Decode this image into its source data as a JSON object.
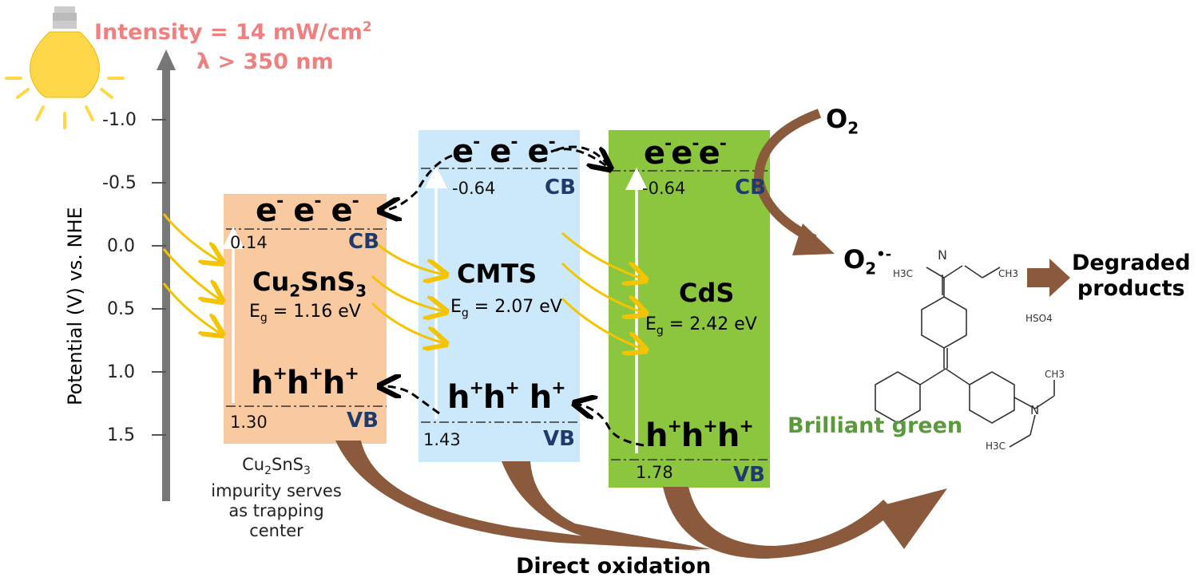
{
  "light": {
    "intensity_label": "Intensity = 14 mW/cm",
    "intensity_sup": "2",
    "wavelength_label": "λ > 350 nm",
    "icon": "lightbulb-icon"
  },
  "axis": {
    "label": "Potential (V) vs. NHE",
    "ticks": [
      "-1.0",
      "-0.5",
      "0.0",
      "0.5",
      "1.0",
      "1.5"
    ]
  },
  "semiconductors": [
    {
      "name_main": "Cu",
      "name_sub1": "2",
      "name_mid": "SnS",
      "name_sub2": "3",
      "eg_prefix": "E",
      "eg_sub": "g",
      "eg_value": " = 1.16 eV",
      "cb_value": "0.14",
      "vb_value": "1.30",
      "cb_label": "CB",
      "vb_label": "VB",
      "electrons": "e",
      "holes": "h",
      "color": "#f9c9a0"
    },
    {
      "name": "CMTS",
      "eg_prefix": "E",
      "eg_sub": "g",
      "eg_value": " = 2.07 eV",
      "cb_value": "-0.64",
      "vb_value": "1.43",
      "cb_label": "CB",
      "vb_label": "VB",
      "color": "#cce9fb"
    },
    {
      "name": "CdS",
      "eg_prefix": "E",
      "eg_sub": "g",
      "eg_value": " = 2.42 eV",
      "cb_value": "-0.64",
      "vb_value": "1.78",
      "cb_label": "CB",
      "vb_label": "VB",
      "color": "#8cc63f"
    }
  ],
  "impurity_note": [
    "Cu",
    "2",
    "SnS",
    "3",
    "impurity serves",
    "as trapping",
    "center"
  ],
  "reactions": {
    "oxygen": "O",
    "oxygen_sub": "2",
    "superoxide": "O",
    "superoxide_sub": "2",
    "superoxide_sup": "•-",
    "degraded": [
      "Degraded",
      "products"
    ],
    "dye": "Brilliant green",
    "direct_oxidation": "Direct oxidation"
  },
  "molecule": {
    "n_plus": "N",
    "h3c_left": "H3C",
    "ch3_right": "CH3",
    "hso4": "HSO4",
    "ch3_bottom_right": "CH3",
    "n_bottom": "N",
    "h3c_bottom": "H3C"
  },
  "colors": {
    "orange_box": "#f9c9a0",
    "blue_box": "#cce9fb",
    "green_box": "#8cc63f",
    "light_ray": "#f5c400",
    "brown_arrow": "#8b5a3c",
    "intensity_text": "#f08080"
  }
}
